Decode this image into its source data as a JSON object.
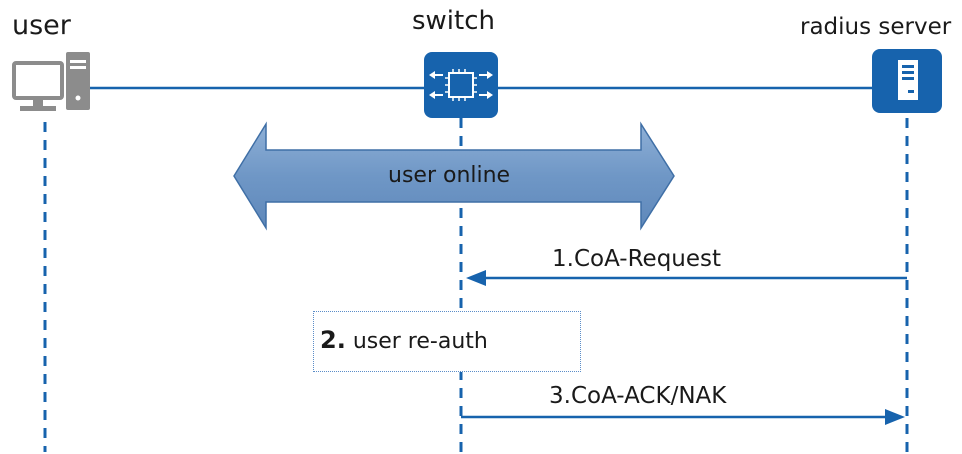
{
  "nodes": {
    "user": "user",
    "switch": "switch",
    "radius_server": "radius server"
  },
  "phase_label": "user online",
  "steps": {
    "coa_request": "1.CoA-Request",
    "reauth_number": "2.",
    "reauth_label": "user re-auth",
    "coa_ack": "3.CoA-ACK/NAK"
  },
  "colors": {
    "line": "#1763ad",
    "device_fill": "#1763ad",
    "arrow_fill": "#6f97c6",
    "arrow_stroke": "#3f6fa6",
    "reauth_border": "#5b8dc8"
  },
  "icons": {
    "user": "computer-icon",
    "switch": "switch-icon",
    "radius_server": "server-icon"
  }
}
